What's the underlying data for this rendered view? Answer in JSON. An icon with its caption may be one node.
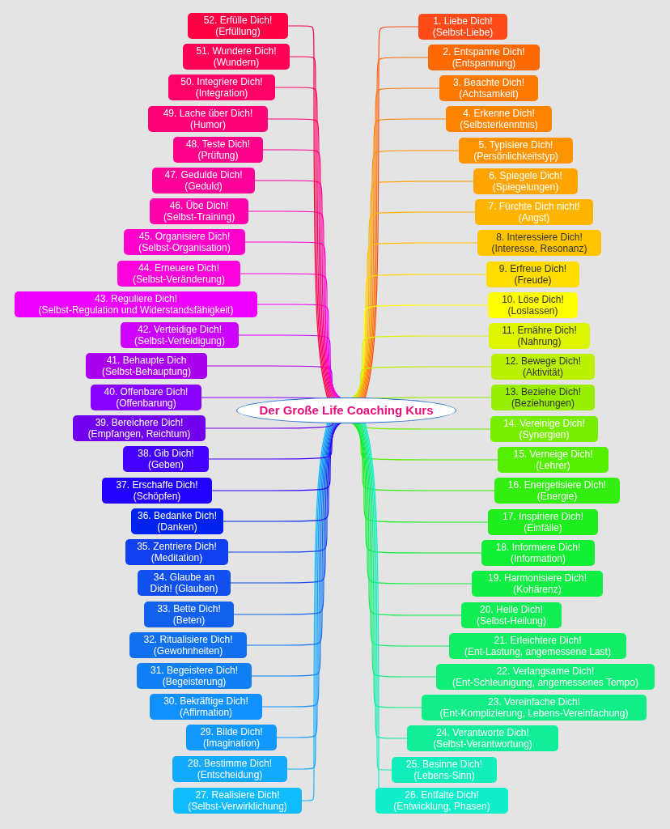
{
  "diagram": {
    "nodes": [
      {
        "text": [
          "Der Große Life Coaching Kurs"
        ]
      },
      {
        "text": [
          "1. Liebe Dich!",
          "(Selbst-Liebe)"
        ]
      },
      {
        "text": [
          "2. Entspanne Dich!",
          "(Entspannung)"
        ]
      },
      {
        "text": [
          "3. Beachte Dich!",
          "(Achtsamkeit)"
        ]
      },
      {
        "text": [
          "4. Erkenne Dich!",
          "(Selbsterkenntnis)"
        ]
      },
      {
        "text": [
          "5. Typisiere Dich!",
          "(Persönlichkeitstyp)"
        ]
      },
      {
        "text": [
          "6. Spiegele Dich!",
          "(Spiegelungen)"
        ]
      },
      {
        "text": [
          "7. Fürchte Dich nicht!",
          "(Angst)"
        ]
      },
      {
        "text": [
          "8. Interessiere Dich!",
          "(Interesse, Resonanz)"
        ]
      },
      {
        "text": [
          "9. Erfreue Dich!",
          "(Freude)"
        ]
      },
      {
        "text": [
          "10. Löse Dich!",
          "(Loslassen)"
        ]
      },
      {
        "text": [
          "11. Ernähre Dich!",
          "(Nahrung)"
        ]
      },
      {
        "text": [
          "12. Bewege Dich!",
          "(Aktivität)"
        ]
      },
      {
        "text": [
          "13. Beziehe Dich!",
          "(Beziehungen)"
        ]
      },
      {
        "text": [
          "14. Vereinige Dich!",
          "(Synergien)"
        ]
      },
      {
        "text": [
          "15. Verneige Dich!",
          "(Lehrer)"
        ]
      },
      {
        "text": [
          "16. Energetisiere Dich!",
          "(Energie)"
        ]
      },
      {
        "text": [
          "17. Inspiriere Dich!",
          "(Einfälle)"
        ]
      },
      {
        "text": [
          "18. Informiere Dich!",
          "(Information)"
        ]
      },
      {
        "text": [
          "19. Harmonisiere Dich!",
          "(Kohärenz)"
        ]
      },
      {
        "text": [
          "20. Heile Dich!",
          "(Selbst-Heilung)"
        ]
      },
      {
        "text": [
          "21. Erleichtere Dich!",
          "(Ent-Lastung, angemessene Last)"
        ]
      },
      {
        "text": [
          "22. Verlangsame Dich!",
          "(Ent-Schleunigung, angemessenes Tempo)"
        ]
      },
      {
        "text": [
          "23. Vereinfache Dich!",
          "(Ent-Komplizierung, Lebens-Vereinfachung)"
        ]
      },
      {
        "text": [
          "24. Verantworte Dich!",
          "(Selbst-Verantwortung)"
        ]
      },
      {
        "text": [
          "25. Besinne Dich!",
          "(Lebens-Sinn)"
        ]
      },
      {
        "text": [
          "26. Entfalte Dich!",
          "(Entwicklung, Phasen)"
        ]
      },
      {
        "text": [
          "27. Realisiere Dich!",
          "(Selbst-Verwirklichung)"
        ]
      },
      {
        "text": [
          "28. Bestimme Dich!",
          "(Entscheidung)"
        ]
      },
      {
        "text": [
          "29. Bilde Dich!",
          "(Imagination)"
        ]
      },
      {
        "text": [
          "30. Bekräftige Dich!",
          "(Affirmation)"
        ]
      },
      {
        "text": [
          "31. Begeistere Dich!",
          "(Begeisterung)"
        ]
      },
      {
        "text": [
          "32. Ritualisiere Dich!",
          "(Gewohnheiten)"
        ]
      },
      {
        "text": [
          "33. Bette Dich!",
          "(Beten)"
        ]
      },
      {
        "text": [
          "34. Glaube an Dich! (Glauben)"
        ]
      },
      {
        "text": [
          "35. Zentriere Dich! (Meditation)"
        ]
      },
      {
        "text": [
          "36. Bedanke Dich! (Danken)"
        ]
      },
      {
        "text": [
          "37. Erschaffe Dich!",
          "(Schöpfen)"
        ]
      },
      {
        "text": [
          "38. Gib Dich!",
          "(Geben)"
        ]
      },
      {
        "text": [
          "39. Bereichere Dich!",
          "(Empfangen, Reichtum)"
        ]
      },
      {
        "text": [
          "40. Offenbare Dich!",
          "(Offenbarung)"
        ]
      },
      {
        "text": [
          "41. Behaupte Dich",
          "(Selbst-Behauptung)"
        ]
      },
      {
        "text": [
          "42. Verteidige Dich!",
          "(Selbst-Verteidigung)"
        ]
      },
      {
        "text": [
          "43. Reguliere Dich!",
          "(Selbst-Regulation und Widerstandsfähigkeit)"
        ]
      },
      {
        "text": [
          "44. Erneuere Dich!",
          "(Selbst-Veränderung)"
        ]
      },
      {
        "text": [
          "45. Organisiere Dich!",
          "(Selbst-Organisation)"
        ]
      },
      {
        "text": [
          "46. Übe Dich!",
          "(Selbst-Training)"
        ]
      },
      {
        "text": [
          "47. Gedulde Dich! (Geduld)"
        ]
      },
      {
        "text": [
          "48. Teste Dich!",
          "(Prüfung)"
        ]
      },
      {
        "text": [
          "49. Lache über Dich!",
          "(Humor)"
        ]
      },
      {
        "text": [
          "50. Integriere Dich! (Integration)"
        ]
      },
      {
        "text": [
          "51. Wundere Dich!",
          "(Wundern)"
        ]
      },
      {
        "text": [
          "52. Erfülle Dich!",
          "(Erfüllung)"
        ]
      }
    ],
    "edges": [
      {
        "from": 0,
        "to": 1,
        "arrow": "none",
        "color": "#ff4a1a"
      },
      {
        "from": 0,
        "to": 2,
        "arrow": "none",
        "color": "#ff6a00"
      },
      {
        "from": 0,
        "to": 3,
        "arrow": "none",
        "color": "#ff7800"
      },
      {
        "from": 0,
        "to": 4,
        "arrow": "none",
        "color": "#ff8400"
      },
      {
        "from": 0,
        "to": 5,
        "arrow": "none",
        "color": "#ff9400"
      },
      {
        "from": 0,
        "to": 6,
        "arrow": "none",
        "color": "#ffa400"
      },
      {
        "from": 0,
        "to": 7,
        "arrow": "none",
        "color": "#ffb400"
      },
      {
        "from": 0,
        "to": 8,
        "arrow": "none",
        "color": "#ffc400"
      },
      {
        "from": 0,
        "to": 9,
        "arrow": "none",
        "color": "#ffdd00"
      },
      {
        "from": 0,
        "to": 10,
        "arrow": "none",
        "color": "#ffff00"
      },
      {
        "from": 0,
        "to": 11,
        "arrow": "none",
        "color": "#ddf500"
      },
      {
        "from": 0,
        "to": 12,
        "arrow": "none",
        "color": "#bbf000"
      },
      {
        "from": 0,
        "to": 13,
        "arrow": "none",
        "color": "#99ee00"
      },
      {
        "from": 0,
        "to": 14,
        "arrow": "none",
        "color": "#77ee00"
      },
      {
        "from": 0,
        "to": 15,
        "arrow": "none",
        "color": "#55ee00"
      },
      {
        "from": 0,
        "to": 16,
        "arrow": "none",
        "color": "#33ee11"
      },
      {
        "from": 0,
        "to": 17,
        "arrow": "none",
        "color": "#1eee1e"
      },
      {
        "from": 0,
        "to": 18,
        "arrow": "none",
        "color": "#11ee33"
      },
      {
        "from": 0,
        "to": 19,
        "arrow": "none",
        "color": "#11ee44"
      },
      {
        "from": 0,
        "to": 20,
        "arrow": "none",
        "color": "#11ee55"
      },
      {
        "from": 0,
        "to": 21,
        "arrow": "none",
        "color": "#11ee66"
      },
      {
        "from": 0,
        "to": 22,
        "arrow": "none",
        "color": "#11ee77"
      },
      {
        "from": 0,
        "to": 23,
        "arrow": "none",
        "color": "#11ee88"
      },
      {
        "from": 0,
        "to": 24,
        "arrow": "none",
        "color": "#11ee99"
      },
      {
        "from": 0,
        "to": 25,
        "arrow": "none",
        "color": "#11eebb"
      },
      {
        "from": 0,
        "to": 26,
        "arrow": "none",
        "color": "#11eecc"
      },
      {
        "from": 0,
        "to": 27,
        "arrow": "none",
        "color": "#11bbff"
      },
      {
        "from": 0,
        "to": 28,
        "arrow": "none",
        "color": "#11aaff"
      },
      {
        "from": 0,
        "to": 29,
        "arrow": "none",
        "color": "#1199ff"
      },
      {
        "from": 0,
        "to": 30,
        "arrow": "none",
        "color": "#1190ff"
      },
      {
        "from": 0,
        "to": 31,
        "arrow": "none",
        "color": "#1180f5"
      },
      {
        "from": 0,
        "to": 32,
        "arrow": "none",
        "color": "#1170ee"
      },
      {
        "from": 0,
        "to": 33,
        "arrow": "none",
        "color": "#1160ee"
      },
      {
        "from": 0,
        "to": 34,
        "arrow": "none",
        "color": "#1150ee"
      },
      {
        "from": 0,
        "to": 35,
        "arrow": "none",
        "color": "#1140ee"
      },
      {
        "from": 0,
        "to": 36,
        "arrow": "none",
        "color": "#0022ee"
      },
      {
        "from": 0,
        "to": 37,
        "arrow": "none",
        "color": "#2200ff"
      },
      {
        "from": 0,
        "to": 38,
        "arrow": "none",
        "color": "#4400ff"
      },
      {
        "from": 0,
        "to": 39,
        "arrow": "none",
        "color": "#7000ee"
      },
      {
        "from": 0,
        "to": 40,
        "arrow": "none",
        "color": "#8800ff"
      },
      {
        "from": 0,
        "to": 41,
        "arrow": "none",
        "color": "#aa00ee"
      },
      {
        "from": 0,
        "to": 42,
        "arrow": "none",
        "color": "#cc00ff"
      },
      {
        "from": 0,
        "to": 43,
        "arrow": "none",
        "color": "#ee00ff"
      },
      {
        "from": 0,
        "to": 44,
        "arrow": "none",
        "color": "#ff00dd"
      },
      {
        "from": 0,
        "to": 45,
        "arrow": "none",
        "color": "#ff00cc"
      },
      {
        "from": 0,
        "to": 46,
        "arrow": "none",
        "color": "#ff00aa"
      },
      {
        "from": 0,
        "to": 47,
        "arrow": "none",
        "color": "#ff0099"
      },
      {
        "from": 0,
        "to": 48,
        "arrow": "none",
        "color": "#ff0088"
      },
      {
        "from": 0,
        "to": 49,
        "arrow": "none",
        "color": "#ff0077"
      },
      {
        "from": 0,
        "to": 50,
        "arrow": "none",
        "color": "#ff0066"
      },
      {
        "from": 0,
        "to": 51,
        "arrow": "none",
        "color": "#ff0055"
      },
      {
        "from": 0,
        "to": 52,
        "arrow": "none",
        "color": "#ff0044"
      }
    ]
  }
}
